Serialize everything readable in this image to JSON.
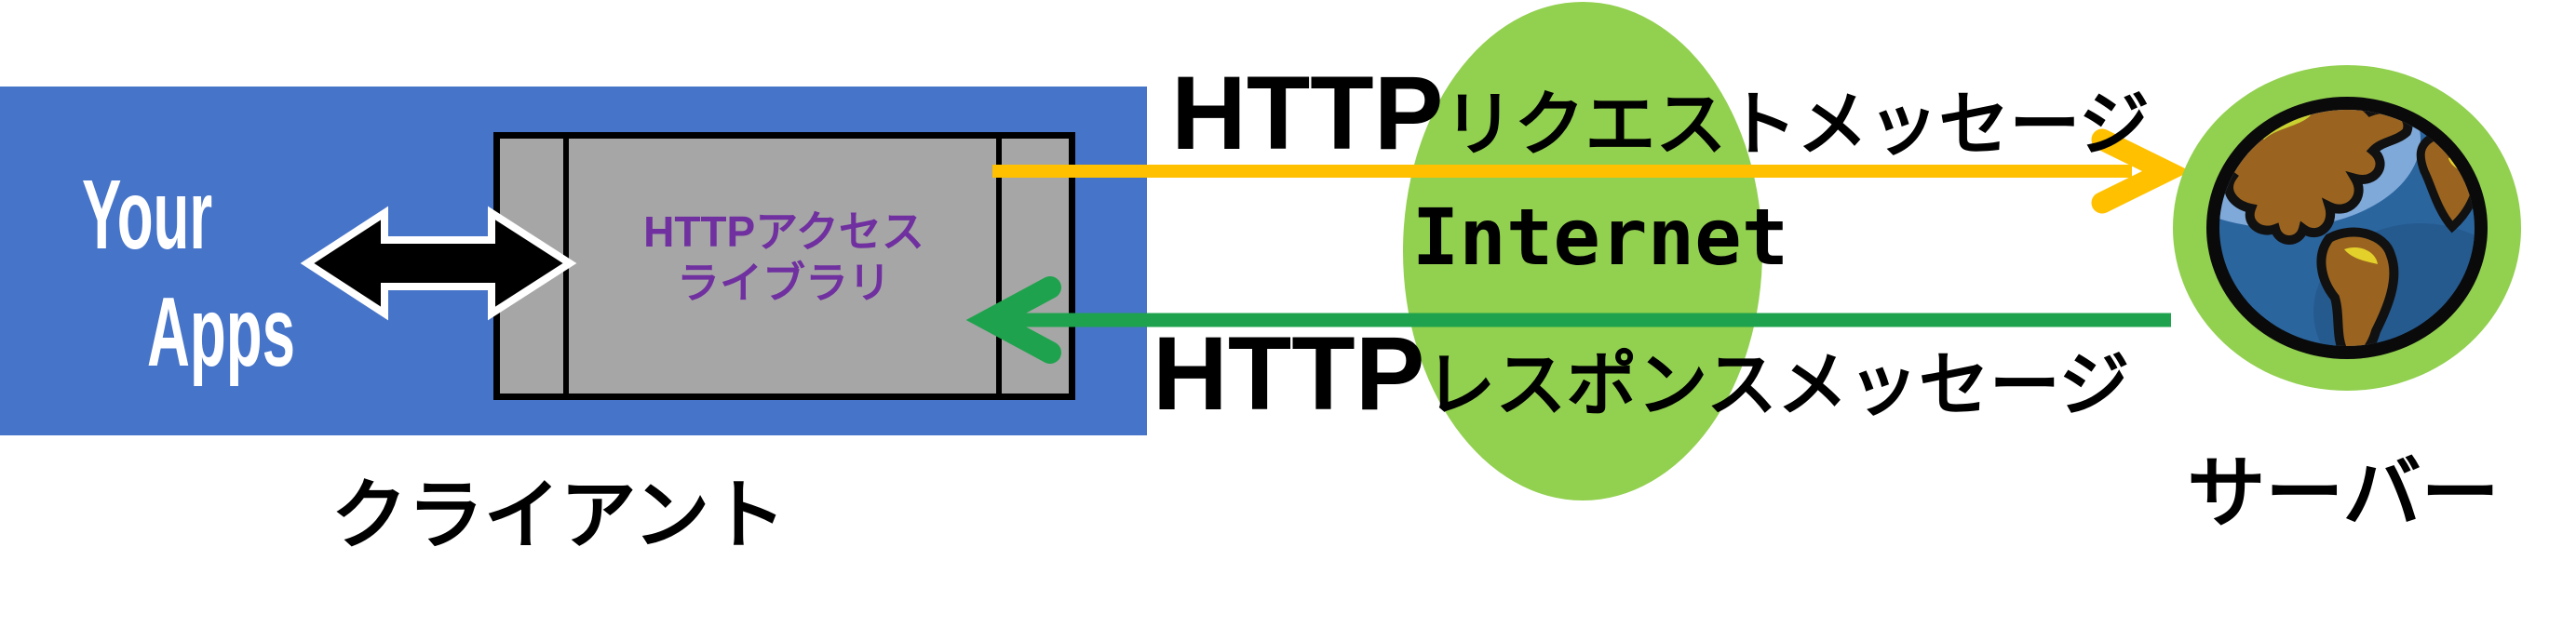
{
  "client": {
    "apps_line1": "Your",
    "apps_line2": "Apps",
    "library_line1": "HTTPアクセス",
    "library_line2": "ライブラリ",
    "caption": "クライアント"
  },
  "internet": {
    "label": "Internet"
  },
  "messages": {
    "request_prefix": "HTTP",
    "request_text": "リクエストメッセージ",
    "response_prefix": "HTTP",
    "response_text": "レスポンスメッセージ"
  },
  "server": {
    "caption": "サーバー"
  },
  "icons": {
    "globe": "globe-icon",
    "double_arrow": "bidirectional-arrow-icon",
    "request_arrow": "right-arrow-icon",
    "response_arrow": "left-arrow-icon"
  },
  "colors": {
    "client_panel_blue": "#4674C9",
    "library_box_gray": "#A6A6A6",
    "library_text_purple": "#7030A0",
    "request_arrow_yellow": "#FFC000",
    "response_arrow_green": "#1FA24D",
    "internet_ellipse_green": "#92D050",
    "globe_ring_green": "#92D050",
    "globe_ocean_blue": "#2B659E",
    "globe_land_brown": "#9A6420",
    "text_black": "#000000",
    "apps_text_white": "#FFFFFF"
  }
}
